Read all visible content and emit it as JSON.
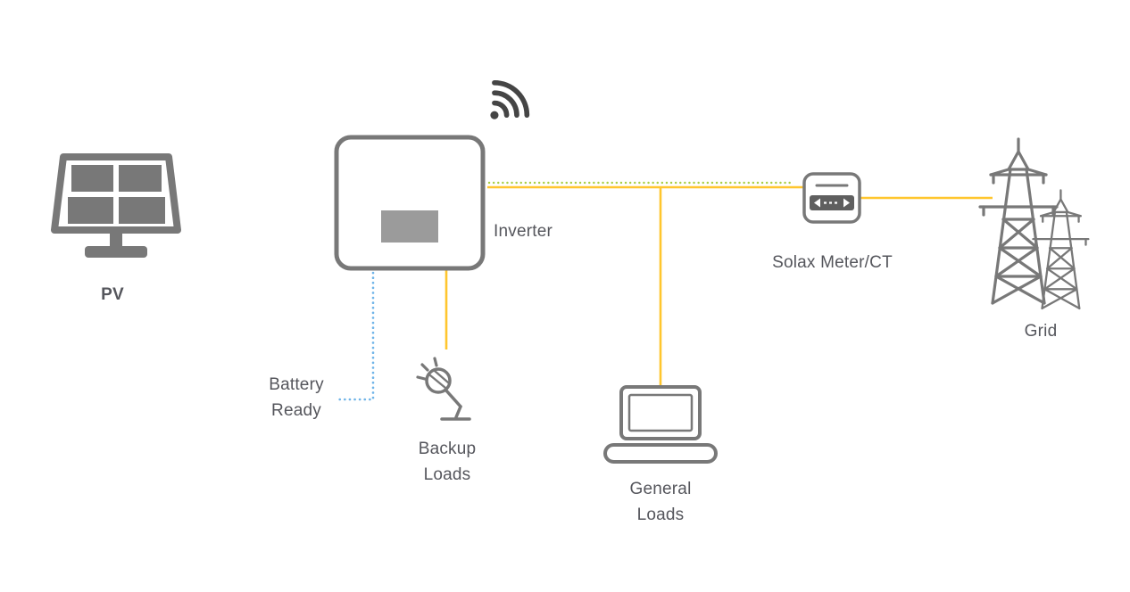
{
  "diagram": {
    "labels": {
      "pv": "PV",
      "inverter": "Inverter",
      "meter": "Solax Meter/CT",
      "grid": "Grid",
      "battery": "Battery\nReady",
      "backup": "Backup\nLoads",
      "general": "General\nLoads"
    },
    "colors": {
      "line_yellow": "#FFC62E",
      "line_green": "#A8CF45",
      "line_blue": "#6FB4E8",
      "icon_gray": "#787878",
      "icon_dark": "#454545",
      "screen_gray": "#9B9B9B",
      "meter_dark": "#5F5F5F",
      "text_gray": "#55565C"
    },
    "connections": [
      {
        "from": "inverter",
        "to": "solax-meter",
        "style": "yellow-solid + green-dotted"
      },
      {
        "from": "solax-meter",
        "to": "grid",
        "style": "yellow-solid"
      },
      {
        "from": "inverter",
        "to": "backup-loads",
        "style": "yellow-solid"
      },
      {
        "from": "inverter",
        "to": "battery-ready",
        "style": "blue-dotted"
      },
      {
        "from": "inverter-meter-line",
        "to": "general-loads",
        "style": "yellow-solid"
      }
    ]
  }
}
